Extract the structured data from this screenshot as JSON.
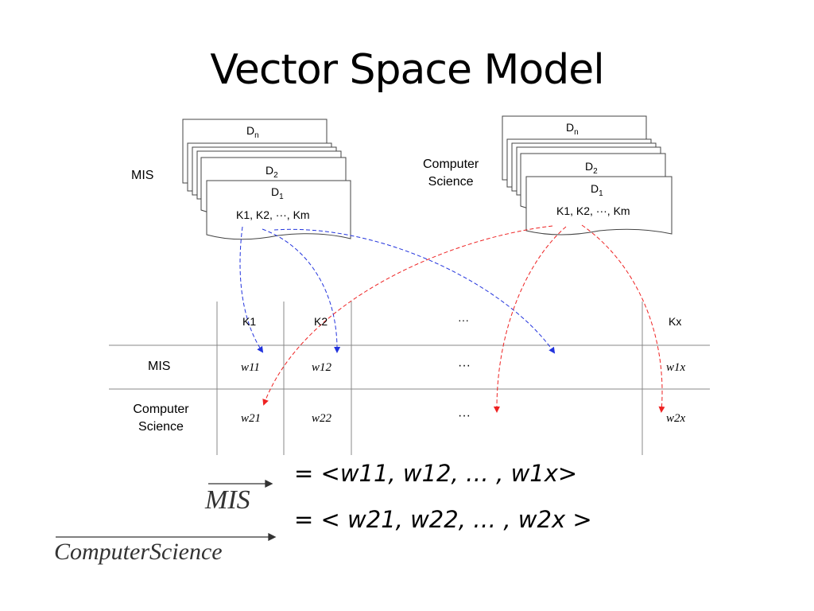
{
  "title": "Vector Space Model",
  "left_stack": {
    "label": "MIS",
    "doc_top": "D",
    "doc_top_sub": "n",
    "doc_mid": "D",
    "doc_mid_sub": "2",
    "doc_front": "D",
    "doc_front_sub": "1",
    "keywords": "K1, K2, ···, Km"
  },
  "right_stack": {
    "label_line1": "Computer",
    "label_line2": "Science",
    "doc_top": "D",
    "doc_top_sub": "n",
    "doc_mid": "D",
    "doc_mid_sub": "2",
    "doc_front": "D",
    "doc_front_sub": "1",
    "keywords": "K1, K2, ···, Km"
  },
  "matrix": {
    "columns": [
      "K1",
      "K2",
      "···",
      "Kx"
    ],
    "rows": [
      {
        "label": "MIS",
        "cells": [
          "w11",
          "w12",
          "···",
          "w1x"
        ]
      },
      {
        "label": "Computer Science",
        "cells": [
          "w21",
          "w22",
          "···",
          "w2x"
        ]
      }
    ]
  },
  "vectors": {
    "mis_label": "MIS",
    "cs_label": "ComputerScience",
    "mis_eq": "= <w11, w12, … , w1x>",
    "cs_eq": "= < w21, w22, … , w2x >"
  },
  "colors": {
    "mis_arrows": "#2233dd",
    "cs_arrows": "#ee2222"
  }
}
